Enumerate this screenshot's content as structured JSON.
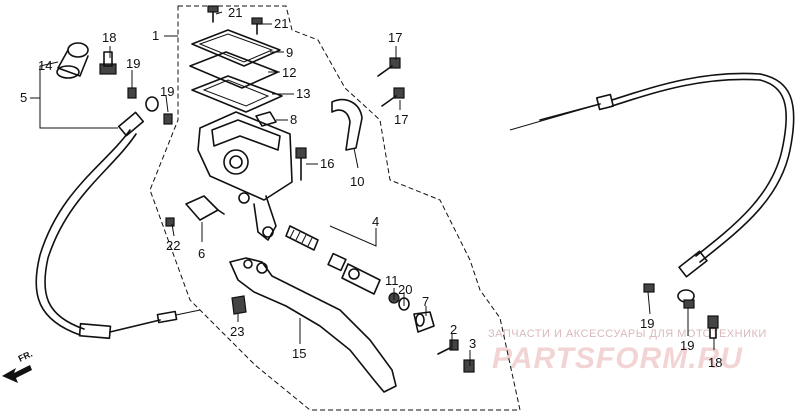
{
  "diagram": {
    "callouts": [
      "1",
      "2",
      "3",
      "4",
      "5",
      "6",
      "7",
      "8",
      "9",
      "10",
      "11",
      "12",
      "13",
      "14",
      "15",
      "16",
      "17",
      "17",
      "18",
      "18",
      "19",
      "19",
      "19",
      "19",
      "20",
      "21",
      "21",
      "22",
      "23"
    ],
    "front_marker": "FR.",
    "watermark": {
      "caption": "ЗАПЧАСТИ И АКСЕССУАРЫ ДЛЯ МОТОТЕХНИКИ",
      "brand": "PARTSFORM.RU"
    }
  }
}
